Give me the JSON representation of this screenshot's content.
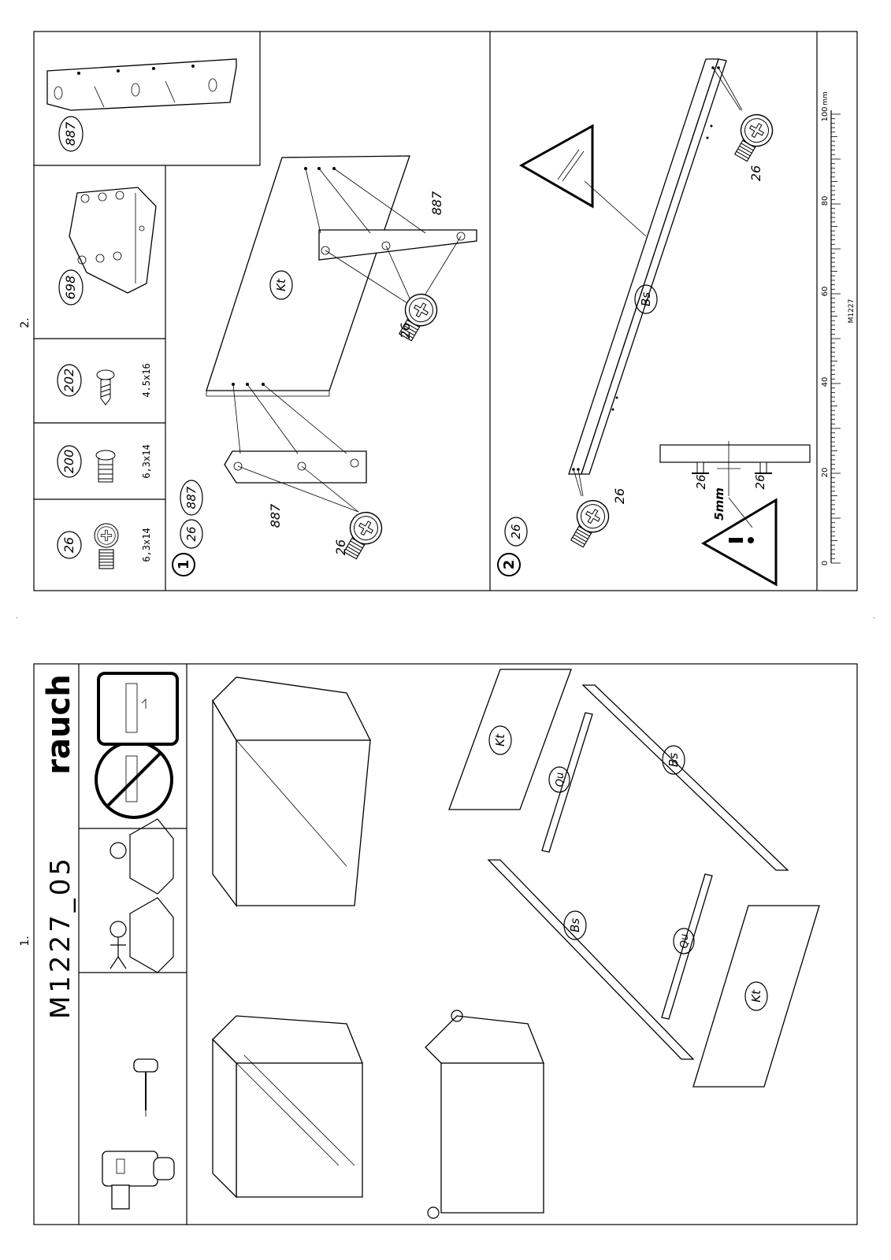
{
  "sheet2": {
    "page_number": "2.",
    "hardware": [
      {
        "id": "26",
        "size": "6,3x14"
      },
      {
        "id": "200",
        "size": "6,3x14"
      },
      {
        "id": "202",
        "size": "4.5x16"
      },
      {
        "id": "698",
        "size": ""
      },
      {
        "id": "887",
        "size": ""
      }
    ],
    "step1": {
      "number": "1",
      "parts": [
        "26",
        "887"
      ],
      "panel_label": "Kt",
      "bracket_label": "887",
      "screw_label": "26"
    },
    "step2": {
      "number": "2",
      "parts": [
        "26"
      ],
      "rail_label": "Bs",
      "screw_label": "26",
      "gap_label": "5mm"
    },
    "ruler": {
      "unit": "mm",
      "ticks": [
        "0",
        "20",
        "40",
        "60",
        "80",
        "100"
      ],
      "code": "M1227"
    }
  },
  "sheet1": {
    "page_number": "1.",
    "model": "M1227_05",
    "brand": "rauch",
    "parts": [
      "Kt",
      "Kt",
      "Bs",
      "Bs",
      "Qu",
      "Qu"
    ]
  },
  "colors": {
    "ink": "#000000",
    "paper": "#ffffff"
  }
}
